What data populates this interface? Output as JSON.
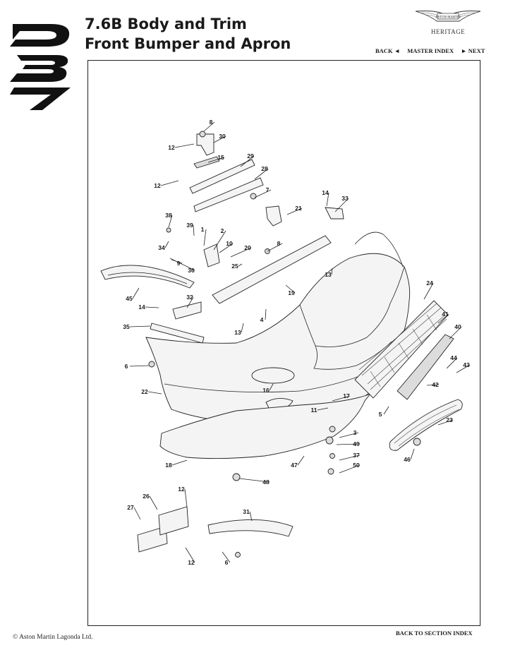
{
  "header": {
    "logo_text": "DB7",
    "title_line1": "7.6B Body and Trim",
    "title_line2": "Front Bumper and Apron",
    "brand_name": "ASTON MARTIN",
    "brand_sub": "HERITAGE",
    "nav": {
      "back": "BACK ◄",
      "master": "MASTER INDEX",
      "next": "► NEXT"
    }
  },
  "footer": {
    "copyright": "© Aston Martin Lagonda Ltd.",
    "back_section": "BACK TO SECTION INDEX"
  },
  "callouts": [
    "8",
    "30",
    "12",
    "15",
    "29",
    "28",
    "12",
    "7",
    "14",
    "33",
    "21",
    "38",
    "39",
    "1",
    "2",
    "10",
    "34",
    "36",
    "9",
    "20",
    "8",
    "25",
    "13",
    "19",
    "45",
    "14",
    "32",
    "4",
    "13",
    "35",
    "24",
    "41",
    "40",
    "6",
    "44",
    "43",
    "16",
    "22",
    "42",
    "17",
    "11",
    "5",
    "23",
    "3",
    "49",
    "37",
    "50",
    "46",
    "47",
    "18",
    "48",
    "12",
    "26",
    "27",
    "31",
    "12",
    "6"
  ]
}
